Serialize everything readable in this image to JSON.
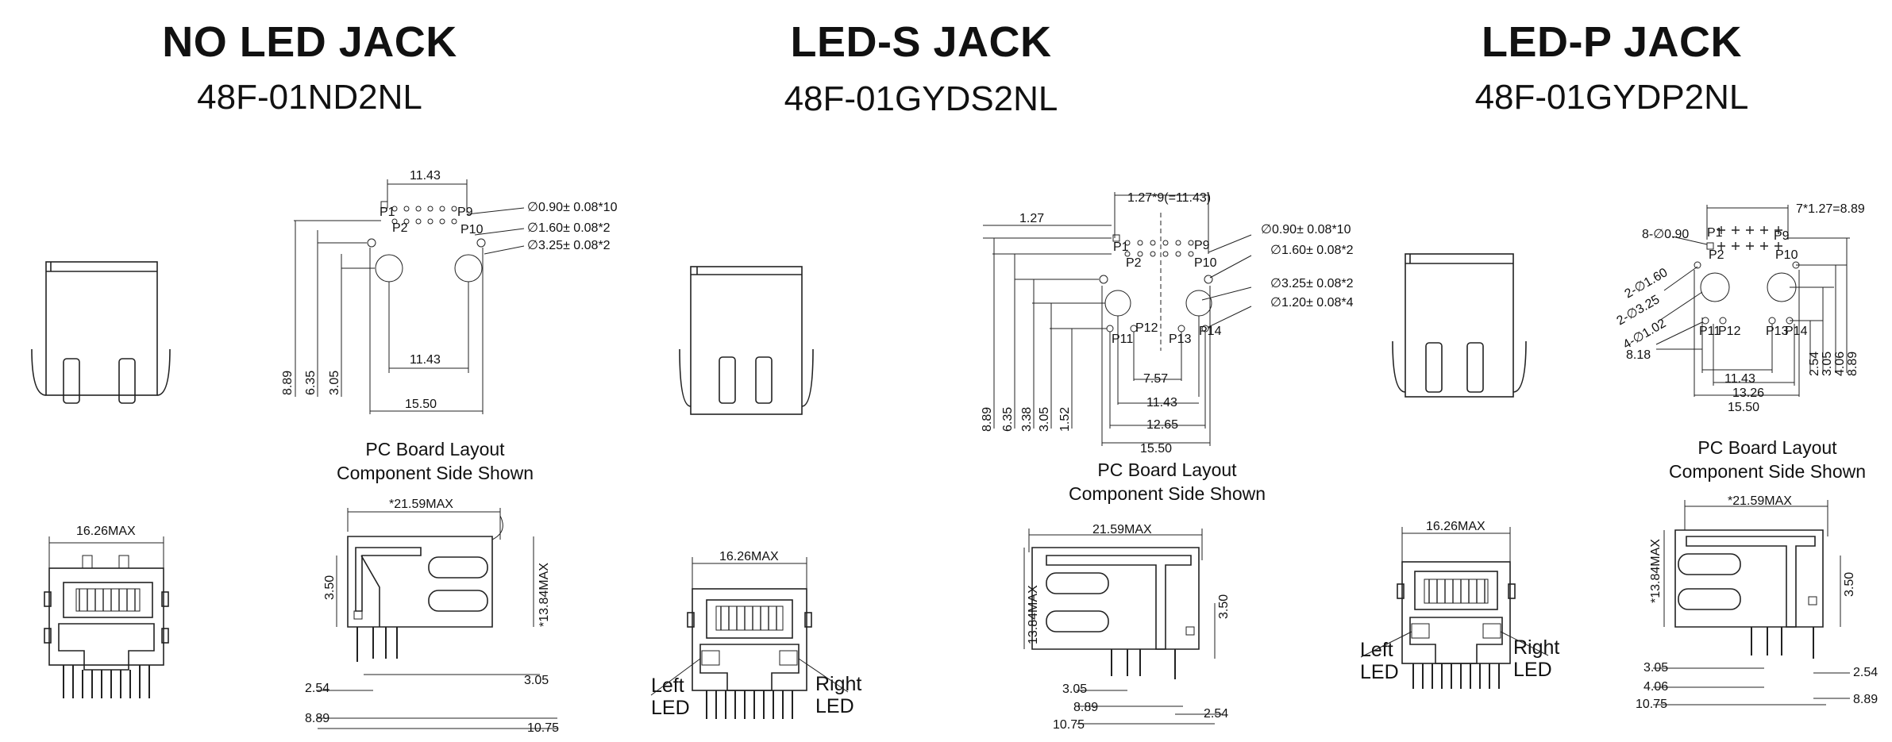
{
  "columns": [
    {
      "title": "NO LED JACK",
      "part": "48F-01ND2NL",
      "caption_line1": "PC Board Layout",
      "caption_line2": "Component Side Shown",
      "pcb": {
        "top": "11.43",
        "mid": "11.43",
        "bottom": "15.50",
        "v": [
          "8.89",
          "6.35",
          "3.05"
        ],
        "notes": [
          "∅0.90± 0.08*10",
          "∅1.60± 0.08*2",
          "∅3.25± 0.08*2"
        ],
        "pins": [
          "P1",
          "P2",
          "P9",
          "P10"
        ]
      },
      "front_width": "16.26MAX",
      "side": {
        "top": "*21.59MAX",
        "height": "*13.84MAX",
        "d1": "3.50",
        "d2": "2.54",
        "d3": "3.05",
        "d4": "8.89",
        "d5": "10.75"
      }
    },
    {
      "title": "LED-S JACK",
      "part": "48F-01GYDS2NL",
      "caption_line1": "PC Board Layout",
      "caption_line2": "Component Side Shown",
      "pcb": {
        "top": "1.27*9(=11.43)",
        "left": "1.27",
        "bottom": [
          "7.57",
          "11.43",
          "12.65",
          "15.50"
        ],
        "v": [
          "8.89",
          "6.35",
          "3.38",
          "3.05",
          "1.52"
        ],
        "notes": [
          "∅0.90± 0.08*10",
          "∅1.60± 0.08*2",
          "∅3.25± 0.08*2",
          "∅1.20± 0.08*4"
        ],
        "pins": [
          "P1",
          "P2",
          "P9",
          "P10",
          "P11",
          "P12",
          "P13",
          "P14"
        ]
      },
      "front_width": "16.26MAX",
      "led_left": [
        "Left",
        "LED"
      ],
      "led_right": [
        "Right",
        "LED"
      ],
      "side": {
        "top": "21.59MAX",
        "height": "13.84MAX",
        "d1": "3.50",
        "d2": "3.05",
        "d3": "8.89",
        "d4": "2.54",
        "d5": "10.75"
      }
    },
    {
      "title": "LED-P JACK",
      "part": "48F-01GYDP2NL",
      "caption_line1": "PC Board Layout",
      "caption_line2": "Component Side Shown",
      "pcb": {
        "top": "7*1.27=8.89",
        "notes_left": [
          "8-∅0.90",
          "2-∅1.60",
          "2-∅3.25",
          "4-∅1.02"
        ],
        "left": "8.18",
        "bottom": [
          "11.43",
          "13.26",
          "15.50"
        ],
        "v": [
          "2.54",
          "3.05",
          "4.06",
          "8.89"
        ],
        "pins": [
          "P1",
          "P2",
          "P9",
          "P10",
          "P11",
          "P12",
          "P13",
          "P14"
        ]
      },
      "front_width": "16.26MAX",
      "led_left": [
        "Left",
        "LED"
      ],
      "led_right": [
        "Right",
        "LED"
      ],
      "side": {
        "top": "*21.59MAX",
        "height": "*13.84MAX",
        "d1": "3.50",
        "d2": "3.05",
        "d3": "4.06",
        "d4": "10.75",
        "d5": "2.54",
        "d6": "8.89"
      }
    }
  ]
}
